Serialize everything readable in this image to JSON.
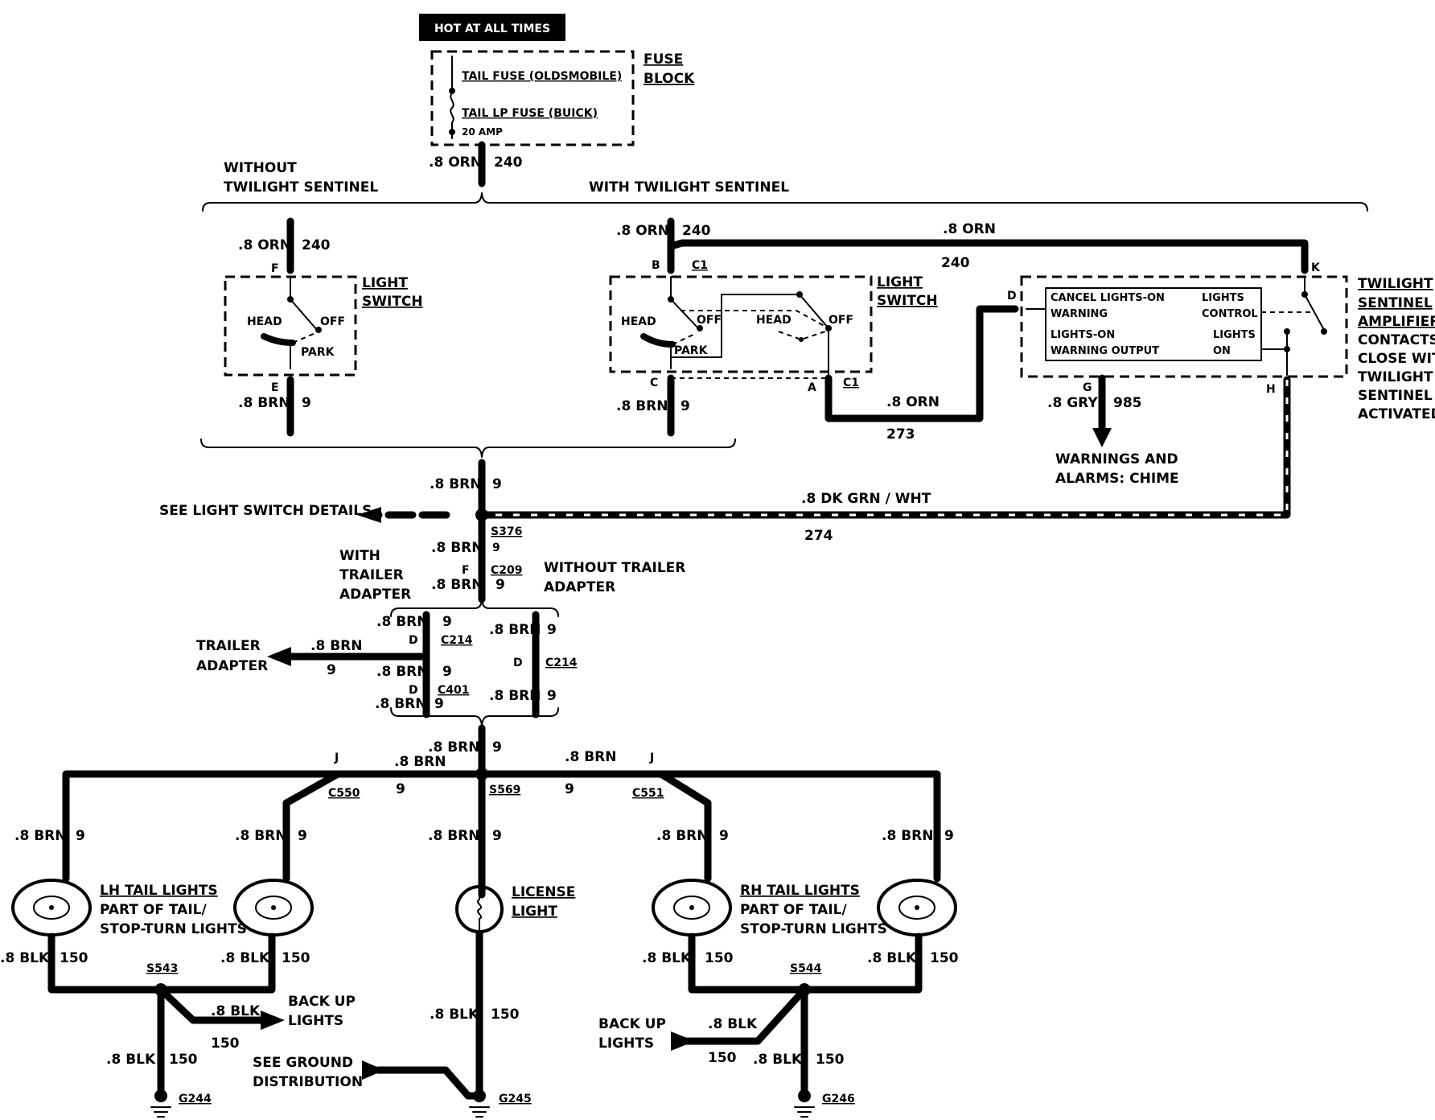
{
  "header": {
    "hot_label": "HOT AT ALL TIMES"
  },
  "fuse_block": {
    "title_line1": "FUSE",
    "title_line2": "BLOCK",
    "fuse1": "TAIL FUSE (OLDSMOBILE)",
    "fuse2": "TAIL LP FUSE (BUICK)",
    "rating": "20 AMP"
  },
  "wires": {
    "orn": ".8 ORN",
    "brn": ".8 BRN",
    "blk": ".8 BLK",
    "gry": ".8 GRY",
    "dkgrn": ".8 DK GRN / WHT",
    "c240": "240",
    "c9": "9",
    "c273": "273",
    "c985": "985",
    "c274": "274",
    "c150": "150"
  },
  "sections": {
    "without_sentinel_1": "WITHOUT",
    "without_sentinel_2": "TWILIGHT SENTINEL",
    "with_sentinel": "WITH TWILIGHT SENTINEL"
  },
  "light_switch": {
    "title1": "LIGHT",
    "title2": "SWITCH",
    "head": "HEAD",
    "off": "OFF",
    "park": "PARK"
  },
  "pins": {
    "F": "F",
    "E": "E",
    "B": "B",
    "C": "C",
    "A": "A",
    "D": "D",
    "G": "G",
    "H": "H",
    "K": "K",
    "J": "J",
    "C1": "C1"
  },
  "amplifier": {
    "cancel1": "CANCEL LIGHTS-ON",
    "cancel2": "WARNING",
    "lights_control1": "LIGHTS",
    "lights_control2": "CONTROL",
    "output1": "LIGHTS-ON",
    "output2": "WARNING OUTPUT",
    "lights_on1": "LIGHTS",
    "lights_on2": "ON",
    "title": [
      "TWILIGHT",
      "SENTINEL",
      "AMPLIFIER"
    ],
    "note": [
      "CONTACTS",
      "CLOSE WITH",
      "TWILIGHT",
      "SENTINEL",
      "ACTIVATED"
    ]
  },
  "warnings": {
    "line1": "WARNINGS AND",
    "line2": "ALARMS: CHIME"
  },
  "see_light_switch": "SEE LIGHT SWITCH DETAILS",
  "splices": {
    "s376": "S376",
    "s569": "S569",
    "s543": "S543",
    "s544": "S544"
  },
  "connectors": {
    "c209": "C209",
    "c214": "C214",
    "c401": "C401",
    "c550": "C550",
    "c551": "C551"
  },
  "trailer": {
    "with1": "WITH",
    "with2": "TRAILER",
    "with3": "ADAPTER",
    "without1": "WITHOUT TRAILER",
    "without2": "ADAPTER",
    "adapter1": "TRAILER",
    "adapter2": "ADAPTER"
  },
  "lamps": {
    "lh1": "LH TAIL LIGHTS",
    "lh2": "PART OF TAIL/",
    "lh3": "STOP-TURN LIGHTS",
    "lic1": "LICENSE",
    "lic2": "LIGHT",
    "rh1": "RH TAIL LIGHTS",
    "rh2": "PART OF TAIL/",
    "rh3": "STOP-TURN LIGHTS"
  },
  "backup": {
    "line1": "BACK UP",
    "line2": "LIGHTS"
  },
  "ground": {
    "see1": "SEE GROUND",
    "see2": "DISTRIBUTION",
    "g244": "G244",
    "g245": "G245",
    "g246": "G246"
  }
}
